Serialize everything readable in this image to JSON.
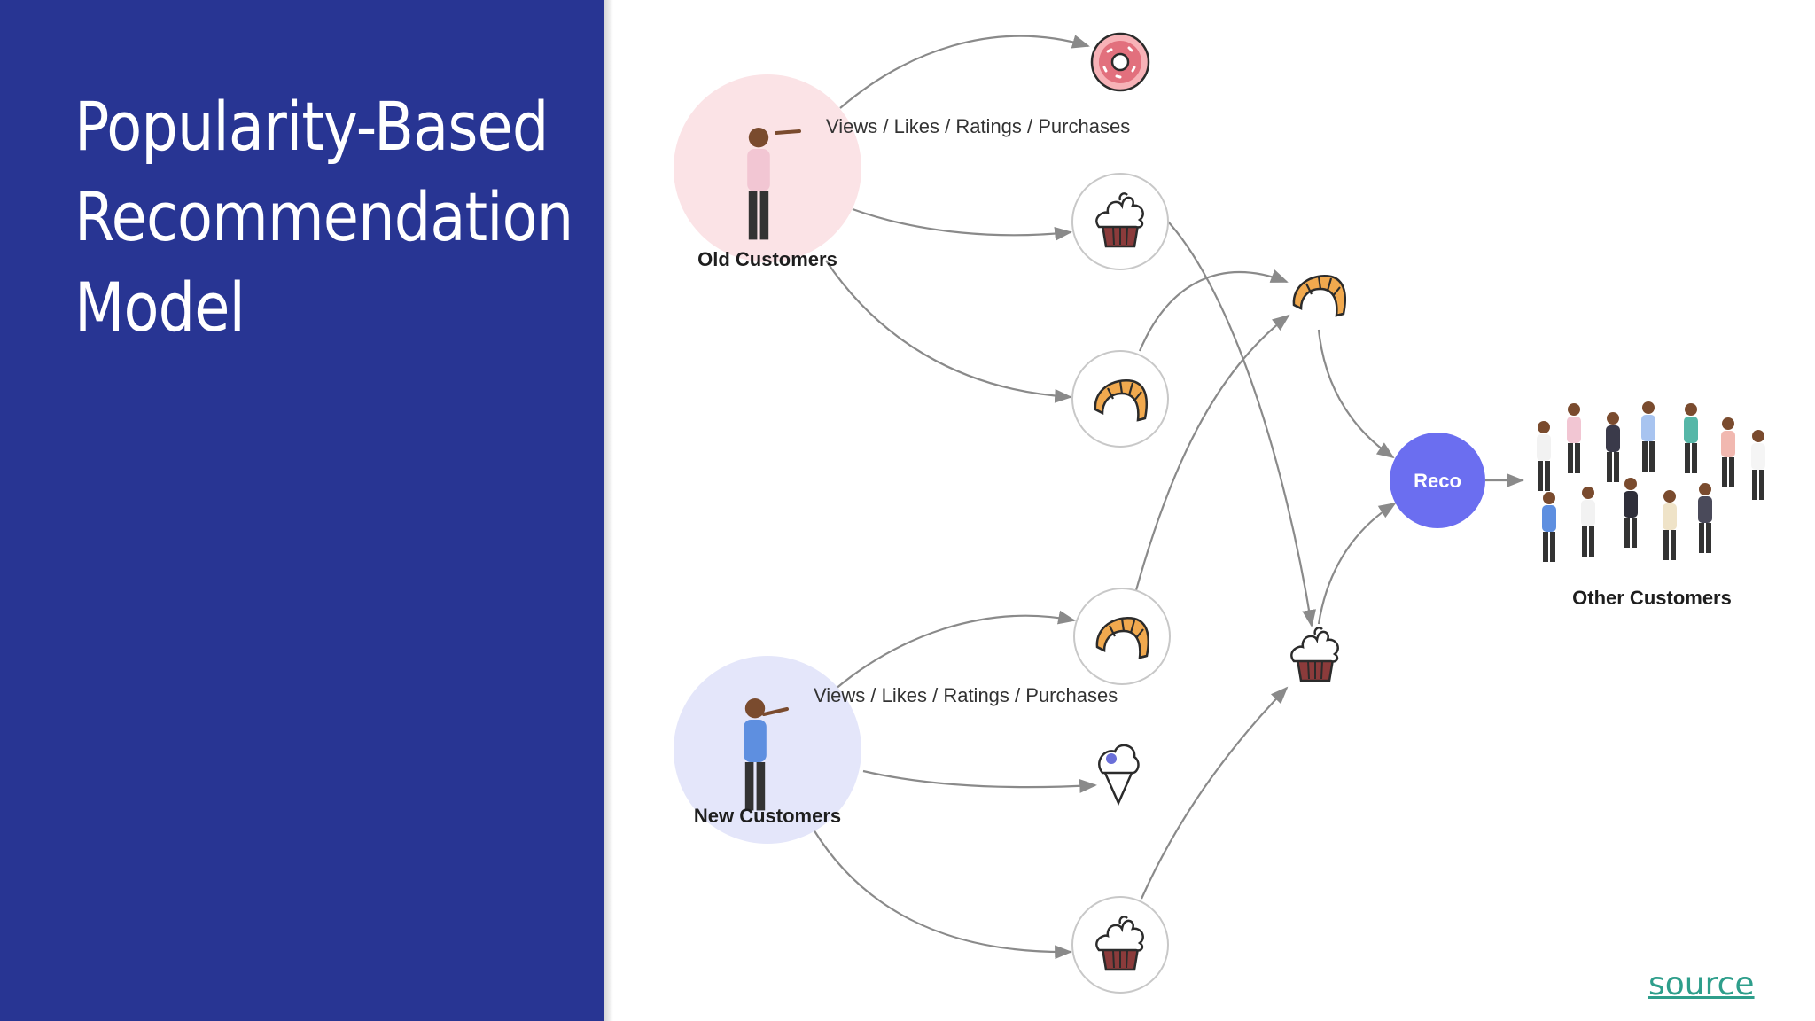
{
  "slide": {
    "title_lines": [
      "Popularity-Based",
      "Recommendation",
      "Model"
    ]
  },
  "diagram": {
    "old_customers_label": "Old Customers",
    "new_customers_label": "New Customers",
    "other_customers_label": "Other Customers",
    "old_signals_label": "Views / Likes / Ratings / Purchases",
    "new_signals_label": "Views / Likes / Ratings / Purchases",
    "reco_label": "Reco"
  },
  "link": {
    "source_label": "source"
  },
  "colors": {
    "panel": "#283593",
    "reco_node": "#6b6ef0",
    "old_customer_bg": "#fbe3e6",
    "new_customer_bg": "#e4e6fa",
    "link": "#2e9e8b"
  },
  "icons": {
    "old_items": [
      "donut-icon",
      "cupcake-icon",
      "croissant-icon"
    ],
    "new_items": [
      "croissant-icon",
      "ice-cream-icon",
      "cupcake-icon"
    ],
    "popular": [
      "croissant-icon",
      "cupcake-icon"
    ]
  }
}
